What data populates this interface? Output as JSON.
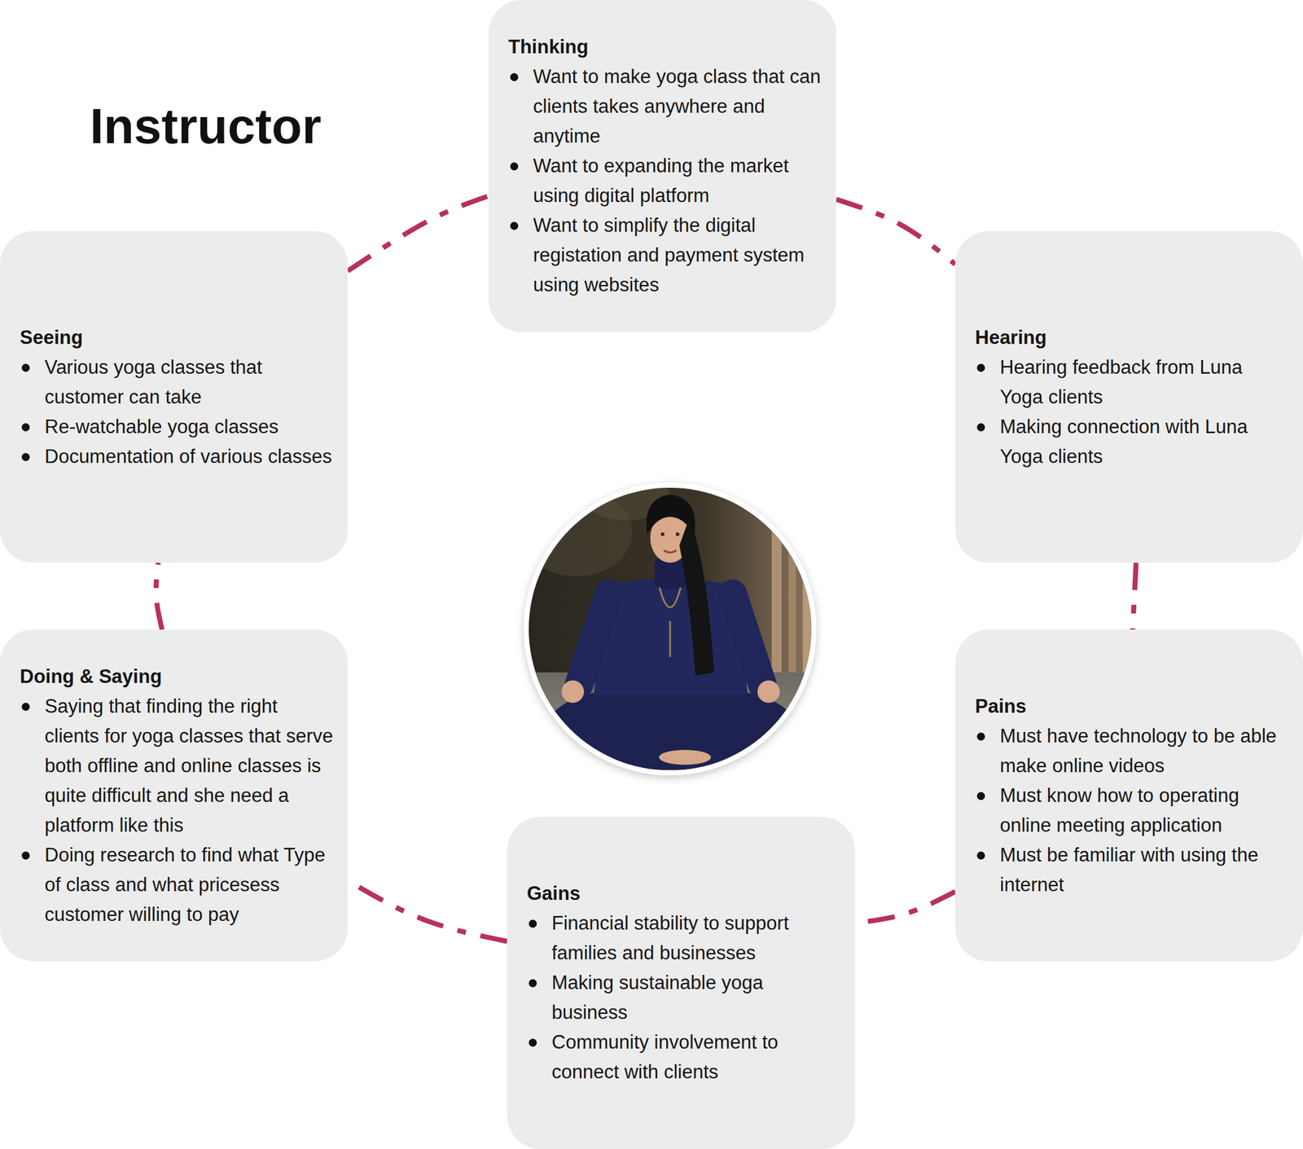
{
  "diagram": {
    "title": "Instructor",
    "nodes": [
      {
        "text": [
          "Thinking",
          "Want to make yoga class that can clients takes anywhere and anytime",
          "Want to expanding the market using digital platform",
          "Want to simplify the digital registation and payment system using websites"
        ]
      },
      {
        "text": [
          "Seeing",
          "Various yoga classes that customer can take",
          "Re-watchable yoga classes",
          "Documentation of various classes"
        ]
      },
      {
        "text": [
          "Hearing",
          "Hearing feedback from Luna Yoga clients",
          "Making connection with Luna Yoga clients"
        ]
      },
      {
        "text": [
          "Doing & Saying",
          "Saying that finding the right clients for yoga classes that serve both offline and online classes is quite difficult and she need a platform like this",
          "Doing research to find what Type of class and what pricesess customer willing to pay"
        ]
      },
      {
        "text": [
          "Pains",
          "Must have technology to be able make online videos",
          "Must know how to operating online meeting application",
          "Must be familiar with using the internet"
        ]
      },
      {
        "text": [
          "Gains",
          "Financial stability to support families and businesses",
          "Making sustainable yoga business",
          "Community involvement to connect with clients"
        ]
      }
    ],
    "edges": [
      {
        "from": 0,
        "to": 2,
        "arrow": "none"
      },
      {
        "from": 2,
        "to": 4,
        "arrow": "none"
      },
      {
        "from": 4,
        "to": 5,
        "arrow": "none"
      },
      {
        "from": 5,
        "to": 3,
        "arrow": "none"
      },
      {
        "from": 3,
        "to": 1,
        "arrow": "none"
      },
      {
        "from": 1,
        "to": 0,
        "arrow": "none"
      }
    ]
  }
}
